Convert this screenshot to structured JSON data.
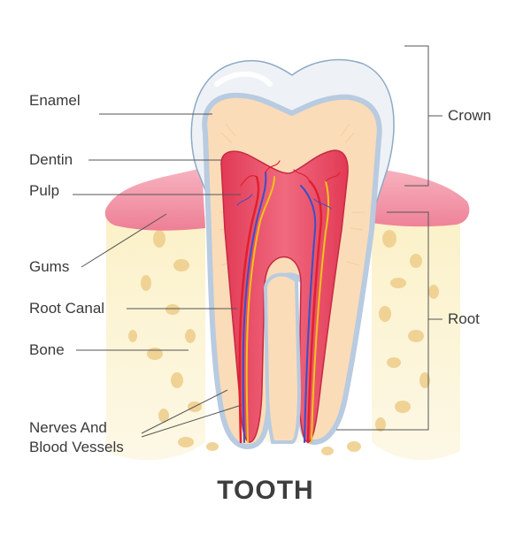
{
  "title": "TOOTH",
  "labels": {
    "enamel": "Enamel",
    "dentin": "Dentin",
    "pulp": "Pulp",
    "gums": "Gums",
    "root_canal": "Root Canal",
    "bone": "Bone",
    "nerves_line1": "Nerves And",
    "nerves_line2": "Blood Vessels",
    "crown": "Crown",
    "root": "Root"
  },
  "colors": {
    "enamel": "#eef2f6",
    "enamel_outline": "#8ea9c6",
    "dentin": "#fbdcb8",
    "pulp": "#e8485f",
    "gums": "#f28da0",
    "bone": "#f8eab6",
    "bone_pores": "#efcf8e",
    "nerve_red": "#e02030",
    "nerve_blue": "#3850c8",
    "nerve_yellow": "#f2c21a",
    "leader_line": "#555555",
    "text": "#3a3a3a"
  }
}
